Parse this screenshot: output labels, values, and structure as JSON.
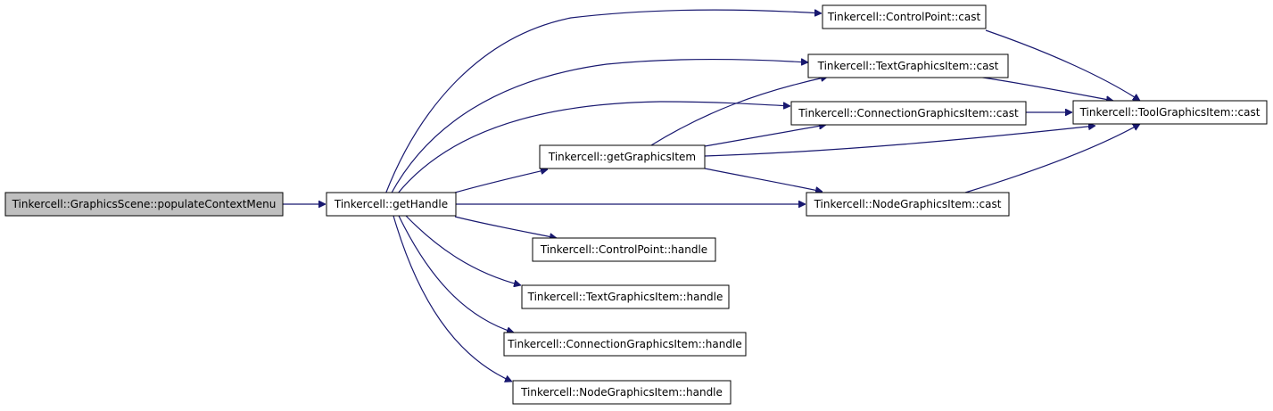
{
  "diagram": {
    "nodes": {
      "populate": "Tinkercell::GraphicsScene::populateContextMenu",
      "getHandle": "Tinkercell::getHandle",
      "getGraphicsItem": "Tinkercell::getGraphicsItem",
      "cpCast": "Tinkercell::ControlPoint::cast",
      "textCast": "Tinkercell::TextGraphicsItem::cast",
      "connCast": "Tinkercell::ConnectionGraphicsItem::cast",
      "nodeCast": "Tinkercell::NodeGraphicsItem::cast",
      "toolCast": "Tinkercell::ToolGraphicsItem::cast",
      "cpHandle": "Tinkercell::ControlPoint::handle",
      "textHandle": "Tinkercell::TextGraphicsItem::handle",
      "connHandle": "Tinkercell::ConnectionGraphicsItem::handle",
      "nodeHandle": "Tinkercell::NodeGraphicsItem::handle"
    },
    "colors": {
      "edge": "#191970",
      "root_fill": "#bfbfbf",
      "node_fill": "#ffffff",
      "border": "#000000"
    }
  }
}
